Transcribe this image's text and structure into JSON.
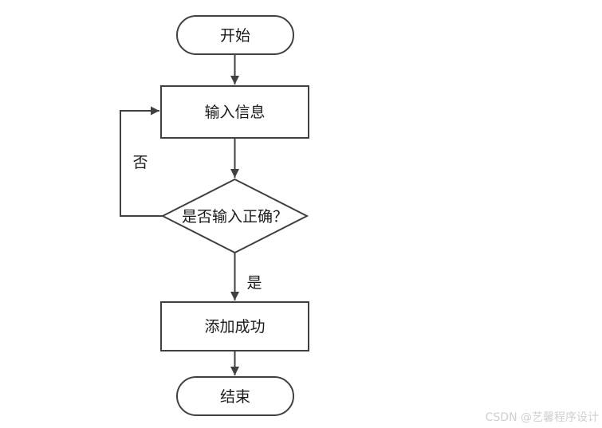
{
  "diagram": {
    "type": "flowchart",
    "nodes": {
      "start": {
        "label": "开始",
        "shape": "terminator"
      },
      "input": {
        "label": "输入信息",
        "shape": "process"
      },
      "decision": {
        "label": "是否输入正确？",
        "shape": "decision"
      },
      "success": {
        "label": "添加成功",
        "shape": "process"
      },
      "end": {
        "label": "结束",
        "shape": "terminator"
      }
    },
    "edges": [
      {
        "from": "start",
        "to": "input",
        "label": ""
      },
      {
        "from": "input",
        "to": "decision",
        "label": ""
      },
      {
        "from": "decision",
        "to": "input",
        "label": "否"
      },
      {
        "from": "decision",
        "to": "success",
        "label": "是"
      },
      {
        "from": "success",
        "to": "end",
        "label": ""
      }
    ],
    "colors": {
      "stroke": "#404040",
      "node_fill": "#ffffff",
      "text": "#1a1a1a",
      "background": "#ffffff",
      "watermark": "#cfcfcf"
    }
  },
  "watermark": {
    "text": "CSDN @艺馨程序设计"
  }
}
